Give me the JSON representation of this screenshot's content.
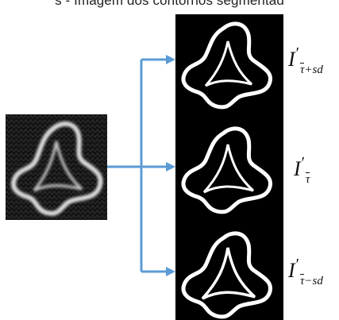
{
  "caption": "s - Imagem dos contornos segmentad",
  "outputs": [
    {
      "label_base": "I",
      "label_prime": "′",
      "label_sub_bar": "τ",
      "label_sub_rest": "+sd"
    },
    {
      "label_base": "I",
      "label_prime": "′",
      "label_sub_bar": "τ",
      "label_sub_rest": ""
    },
    {
      "label_base": "I",
      "label_prime": "′",
      "label_sub_bar": "τ",
      "label_sub_rest": "−sd"
    }
  ],
  "colors": {
    "arrow": "#5b9bd5",
    "contour": "#ffffff",
    "background": "#000000"
  }
}
